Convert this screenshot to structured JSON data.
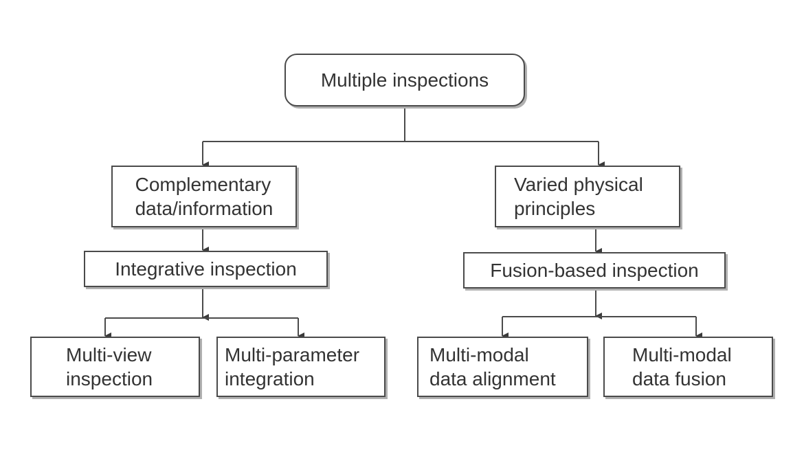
{
  "root": {
    "label": "Multiple inspections"
  },
  "left_branch": {
    "reason": "Complementary\ndata/information",
    "method": "Integrative inspection",
    "children": [
      "Multi-view\ninspection",
      "Multi-parameter\nintegration"
    ]
  },
  "right_branch": {
    "reason": "Varied physical\nprinciples",
    "method": "Fusion-based inspection",
    "children": [
      "Multi-modal\ndata alignment",
      "Multi-modal\ndata fusion"
    ]
  },
  "colors": {
    "stroke": "#4a4a4a",
    "text": "#333333",
    "background": "#ffffff"
  }
}
